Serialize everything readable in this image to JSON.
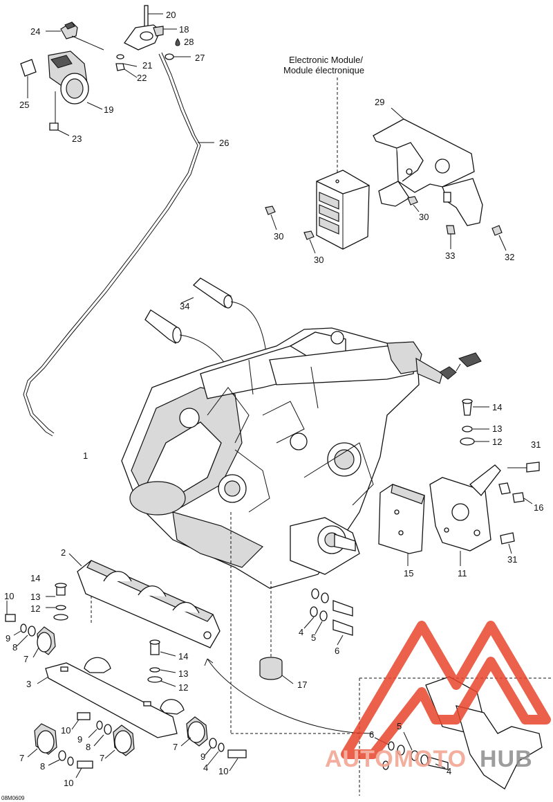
{
  "diagram": {
    "module_title_en": "Electronic Module/",
    "module_title_fr": "Module électronique",
    "drawing_code": "08M0609",
    "watermark": {
      "part1": "AUTOMOTO",
      "part2": "HUB",
      "color_logo": "#e8452c",
      "color_grey": "#8c8c8c"
    },
    "callouts": {
      "c1": "1",
      "c2": "2",
      "c3": "3",
      "c4a": "4",
      "c4b": "4",
      "c5a": "5",
      "c5b": "5",
      "c6a": "6",
      "c6b": "6",
      "c7a": "7",
      "c7b": "7",
      "c7c": "7",
      "c7d": "7",
      "c8a": "8",
      "c8b": "8",
      "c8c": "8",
      "c9a": "9",
      "c9b": "9",
      "c9c": "9",
      "c10a": "10",
      "c10b": "10",
      "c10c": "10",
      "c10d": "10",
      "c11": "11",
      "c12a": "12",
      "c12b": "12",
      "c12c": "12",
      "c13a": "13",
      "c13b": "13",
      "c13c": "13",
      "c14a": "14",
      "c14b": "14",
      "c14c": "14",
      "c15": "15",
      "c16": "16",
      "c17": "17",
      "c18": "18",
      "c19": "19",
      "c20": "20",
      "c21": "21",
      "c22": "22",
      "c23": "23",
      "c24": "24",
      "c25": "25",
      "c26": "26",
      "c27": "27",
      "c28": "28",
      "c29": "29",
      "c30a": "30",
      "c30b": "30",
      "c30c": "30",
      "c31a": "31",
      "c31b": "31",
      "c32": "32",
      "c33": "33",
      "c34": "34"
    }
  }
}
